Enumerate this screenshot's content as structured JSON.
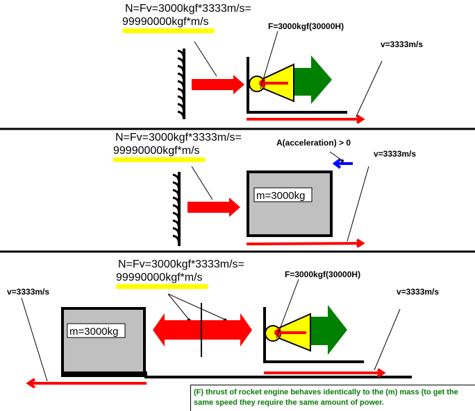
{
  "panels": [
    {
      "id": "top",
      "formula_line1": "N=Fv=3000kgf*3333m/s=",
      "formula_line2": "99990000kgf*m/s",
      "force_label": "F=3000kgf(30000H)",
      "velocity_label": "v=3333m/s"
    },
    {
      "id": "middle",
      "formula_line1": "N=Fv=3000kgf*3333m/s=",
      "formula_line2": "99990000kgf*m/s",
      "acceleration_label": "A(acceleration) > 0",
      "mass_label": "m=3000kg",
      "velocity_label": "v=3333m/s"
    },
    {
      "id": "bottom",
      "formula_line1": "N=Fv=3000kgf*3333m/s=",
      "formula_line2": "99990000kgf*m/s",
      "force_label": "F=3000kgf(30000H)",
      "mass_label": "m=3000kg",
      "velocity_left_label": "v=3333m/s",
      "velocity_right_label": "v=3333m/s"
    }
  ],
  "note": "(F) thrust of rocket engine behaves identically to the (m) mass (to get the same speed they require the same amount of power.",
  "colors": {
    "highlight": "#ffff00",
    "force_arrow": "#ff0000",
    "thrust_arrow": "#008000",
    "acceleration_arrow": "#0000ff",
    "mass_box": "#c0c0c0",
    "note_text": "#0a7a0a"
  }
}
